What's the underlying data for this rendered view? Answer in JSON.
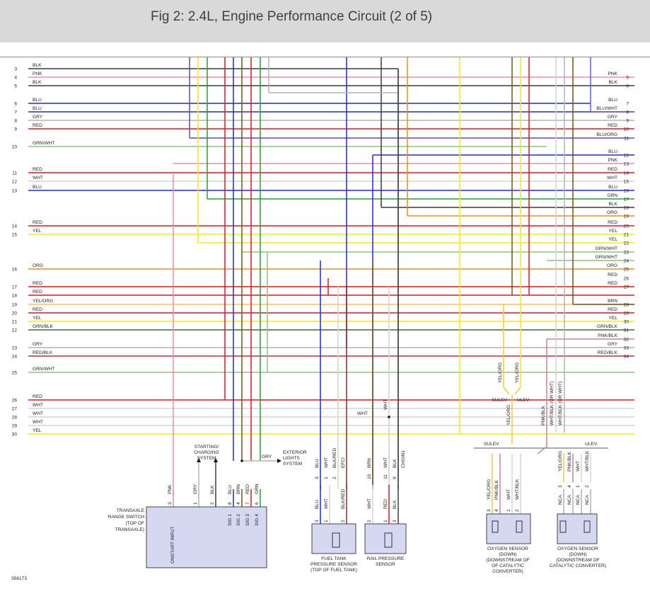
{
  "page_title": "Fig 2: 2.4L, Engine Performance Circuit (2 of 5)",
  "figure_number": "356173",
  "colors": {
    "BLK": "#3a3a3a",
    "PNK": "#f08aa8",
    "BLU": "#1f2ad0",
    "GRY": "#b3b3b3",
    "RED": "#e8141e",
    "WHT": "#d4d4d4",
    "GRN": "#22a32e",
    "GRNWHT": "#8cc878",
    "YEL": "#f4ec14",
    "ORG": "#f58a1a",
    "BRN": "#7a5212",
    "YELORG": "#f7c832",
    "REDBLK": "#b8303a",
    "GRNBLK": "#3c6e38",
    "PNKBLK": "#c08890",
    "BLUORG": "#5a4ab8",
    "BLUWHT": "#5662d8",
    "BLUBLK": "#28306a",
    "BLKRED": "#8a2a2a",
    "CHGN": "#7a7a7a",
    "NCA": "#9a9a9a",
    "ORGBLK": "#8a5a2a"
  },
  "left_rows": [
    {
      "num": "3",
      "label": "BLK"
    },
    {
      "num": "4",
      "label": "PNK"
    },
    {
      "num": "5",
      "label": "BLK"
    },
    {
      "num": "6",
      "label": "BLU"
    },
    {
      "num": "7",
      "label": "BLU"
    },
    {
      "num": "8",
      "label": "GRY"
    },
    {
      "num": "9",
      "label": "RED"
    },
    {
      "num": "10",
      "label": "GRN/WHT"
    },
    {
      "num": "11",
      "label": "RED"
    },
    {
      "num": "12",
      "label": "WHT"
    },
    {
      "num": "13",
      "label": "BLU"
    },
    {
      "num": "14",
      "label": "RED"
    },
    {
      "num": "15",
      "label": "YEL"
    },
    {
      "num": "16",
      "label": "ORG"
    },
    {
      "num": "17",
      "label": "RED"
    },
    {
      "num": "18",
      "label": "RED"
    },
    {
      "num": "19",
      "label": "YEL/ORG"
    },
    {
      "num": "20",
      "label": "RED"
    },
    {
      "num": "21",
      "label": "YEL"
    },
    {
      "num": "22",
      "label": "GRN/BLK"
    },
    {
      "num": "23",
      "label": "GRY"
    },
    {
      "num": "24",
      "label": "RED/BLK"
    },
    {
      "num": "25",
      "label": "GRN/WHT"
    },
    {
      "num": "26",
      "label": "RED"
    },
    {
      "num": "27",
      "label": "WHT"
    },
    {
      "num": "28",
      "label": "WHT"
    },
    {
      "num": "29",
      "label": "WHT"
    },
    {
      "num": "30",
      "label": "YEL"
    }
  ],
  "right_rows": [
    {
      "num": "5",
      "label": "PNK"
    },
    {
      "num": "6",
      "label": "BLK"
    },
    {
      "num": "7",
      "label": "BLU"
    },
    {
      "num": "8",
      "label": "BLU/WHT"
    },
    {
      "num": "9",
      "label": "GRY"
    },
    {
      "num": "10",
      "label": "RED"
    },
    {
      "num": "11",
      "label": "BLU/ORG"
    },
    {
      "num": "12",
      "label": "BLU"
    },
    {
      "num": "13",
      "label": "PNK"
    },
    {
      "num": "14",
      "label": "RED"
    },
    {
      "num": "15",
      "label": "WHT"
    },
    {
      "num": "16",
      "label": "BLU"
    },
    {
      "num": "17",
      "label": "GRN"
    },
    {
      "num": "18",
      "label": "BLK"
    },
    {
      "num": "19",
      "label": "ORG"
    },
    {
      "num": "20",
      "label": "RED"
    },
    {
      "num": "21",
      "label": "YEL"
    },
    {
      "num": "22",
      "label": "YEL"
    },
    {
      "num": "23",
      "label": "GRN/WHT"
    },
    {
      "num": "24",
      "label": "GRN/WHT"
    },
    {
      "num": "25",
      "label": "ORG"
    },
    {
      "num": "26",
      "label": "RED"
    },
    {
      "num": "27",
      "label": "RED"
    },
    {
      "num": "28",
      "label": "BRN"
    },
    {
      "num": "29",
      "label": "RED"
    },
    {
      "num": "30",
      "label": "YEL"
    },
    {
      "num": "31",
      "label": "GRN/BLK"
    },
    {
      "num": "32",
      "label": "PNK/BLK"
    },
    {
      "num": "33",
      "label": "GRY"
    },
    {
      "num": "34",
      "label": "RED/BLK"
    }
  ],
  "components": {
    "transaxle": {
      "title_lines": [
        "TRANSAXLE",
        "RANGE SWITCH",
        "(TOP OF",
        "TRANSAXLE)"
      ],
      "onstart_input": "ONSTART INPUT",
      "pins": [
        {
          "num": "3",
          "wire": "PNK"
        },
        {
          "num": "1",
          "wire": "GRY"
        },
        {
          "num": "2",
          "wire": "BLK"
        },
        {
          "num": "8",
          "wire": "BLU",
          "sig": "SIG 1"
        },
        {
          "num": "4",
          "wire": "BRN",
          "sig": "SIG 2"
        },
        {
          "num": "7",
          "wire": "RED",
          "sig": "SIG 3"
        },
        {
          "num": "6",
          "wire": "GRN",
          "sig": "SIG 4"
        }
      ]
    },
    "starting_charging": [
      "STARTING/",
      "CHARGING",
      "SYSTEM"
    ],
    "exterior_lights": [
      "EXTERIOR",
      "LIGHTS",
      "SYSTEM"
    ],
    "exterior_wire": "GRY",
    "fuel_tank_sensor": {
      "label_lines": [
        "FUEL TANK",
        "PRESSURE SENSOR",
        "(TOP OF FUEL TANK)"
      ],
      "upper": [
        {
          "num": "3",
          "wire": "BLU"
        },
        {
          "num": "1",
          "wire": "WHT"
        },
        {
          "num": "2",
          "wire": "BLK/RED"
        },
        {
          "num": "",
          "wire": "EFCI"
        }
      ],
      "lower": [
        {
          "num": "3",
          "wire": "BLU"
        },
        {
          "num": "1",
          "wire": "WHT"
        },
        {
          "num": "2",
          "wire": "BLK/RED"
        }
      ]
    },
    "rail_sensor": {
      "label_lines": [
        "RAIL PRESSURE",
        "SENSOR"
      ],
      "upper": [
        {
          "num": "10",
          "wire": "BRN"
        },
        {
          "num": "11",
          "wire": "WHT"
        },
        {
          "num": "9",
          "wire": "BLK"
        },
        {
          "num": "",
          "wire": "CHGIN1"
        }
      ],
      "lower": [
        {
          "num": "2",
          "wire": "WHT"
        },
        {
          "num": "1",
          "wire": "RED"
        },
        {
          "num": "3",
          "wire": "BLK"
        }
      ]
    },
    "wht_labels": [
      "WHT",
      "WHT"
    ],
    "o2_down1": {
      "label_lines": [
        "OXYGEN SENSOR",
        "(DOWN)",
        "(DOWNSTREAM OF",
        "OF CATALYTIC",
        "CONVERTER)"
      ],
      "pins": [
        {
          "num": "3",
          "wire": "YEL/ORG"
        },
        {
          "num": "4",
          "wire": "PNK/BLK"
        },
        {
          "num": "1",
          "wire": "WHT"
        },
        {
          "num": "2",
          "wire": "WHT/BLK"
        }
      ]
    },
    "o2_down2": {
      "label_lines": [
        "OXYGEN SENSOR",
        "(DOWN)",
        "(DOWNSTREAM OF",
        "CATALYTIC CONVERTER)"
      ],
      "pins_top": [
        {
          "num": "3",
          "wire": "YEL/ORG"
        },
        {
          "num": "4",
          "wire": "PNK/BLK"
        },
        {
          "num": "1",
          "wire": "WHT"
        },
        {
          "num": "2",
          "wire": "WHT/BLK"
        }
      ],
      "pins_bottom": [
        "NCA",
        "NCA",
        "NCA",
        "NCA"
      ]
    },
    "sulev_ulev_top": {
      "wires": [
        "YEL/ORG",
        "YEL/ORG"
      ],
      "sulev": "SULEV",
      "ulev": "ULEV",
      "below": "YEL/ORG"
    },
    "sulev_ulev_bottom": {
      "sulev": "SULEV",
      "ulev": "ULEV"
    },
    "right_vertical_labels": [
      "PNK/BLK",
      "WHT/BLK (OR WHT)",
      "WHT/BLK (OR WHT)"
    ]
  }
}
